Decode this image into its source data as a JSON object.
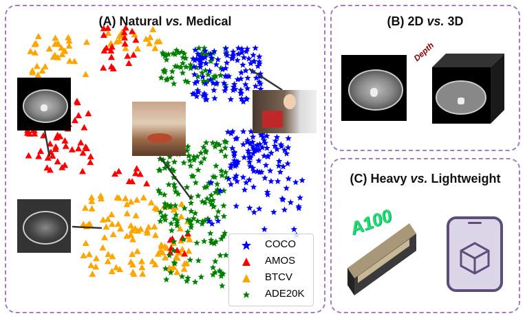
{
  "panels": {
    "a": {
      "title_pre": "(A) Natural ",
      "title_vs": "vs.",
      "title_post": " Medical"
    },
    "b": {
      "title_pre": "(B) 2D ",
      "title_vs": "vs.",
      "title_post": " 3D",
      "depth_label": "Depth"
    },
    "c": {
      "title_pre": "(C) Heavy ",
      "title_vs": "vs.",
      "title_post": " Lightweight",
      "gpu_label": "A100"
    }
  },
  "legend": [
    {
      "label": "COCO",
      "marker": "star",
      "color": "#0000ff"
    },
    {
      "label": "AMOS",
      "marker": "triangle",
      "color": "#ff0000"
    },
    {
      "label": "BTCV",
      "marker": "triangle",
      "color": "#ffa500"
    },
    {
      "label": "ADE20K",
      "marker": "star",
      "color": "#008000"
    }
  ],
  "colors": {
    "border": "#a07cc0",
    "gpu_text": "#22dd66",
    "depth": "#8b0000"
  }
}
